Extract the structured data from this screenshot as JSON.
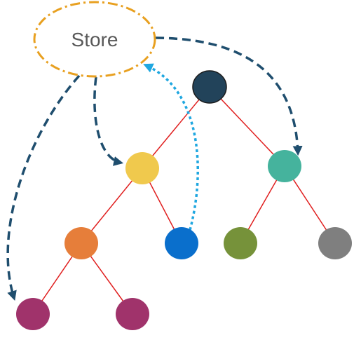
{
  "store": {
    "label": "Store",
    "border_color": "#E8A020"
  },
  "colors": {
    "tree_edge": "#E01E1E",
    "dispatch_arrow": "#1F4E6E",
    "action_arrow": "#1FA7E0"
  },
  "nodes": [
    {
      "id": "root",
      "color": "#22435A"
    },
    {
      "id": "left-child",
      "color": "#F0C94D"
    },
    {
      "id": "right-child",
      "color": "#45B39D"
    },
    {
      "id": "left-left-child",
      "color": "#E67E3A"
    },
    {
      "id": "left-right-child",
      "color": "#0A6FCC"
    },
    {
      "id": "right-left-child",
      "color": "#76923A"
    },
    {
      "id": "right-right-child",
      "color": "#7F7F7F"
    },
    {
      "id": "leaf-left",
      "color": "#A0336B"
    },
    {
      "id": "leaf-right",
      "color": "#A0336B"
    }
  ]
}
